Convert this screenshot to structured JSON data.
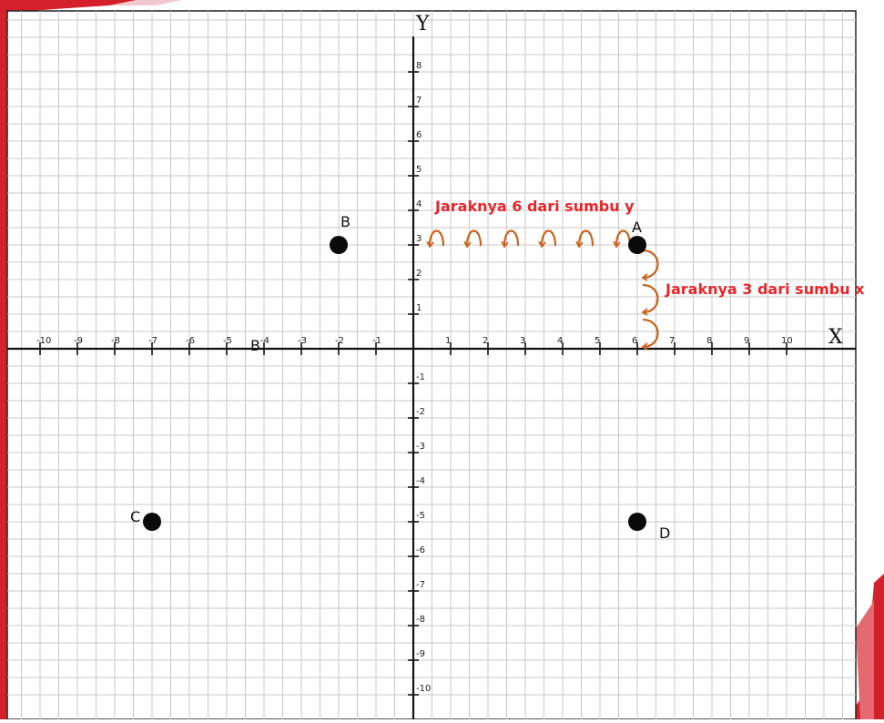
{
  "chart_data": {
    "type": "scatter",
    "xlabel": "X",
    "ylabel": "Y",
    "xlim": [
      -11,
      12
    ],
    "ylim": [
      -10.5,
      9.5
    ],
    "grid": true,
    "x_ticks": [
      -10,
      -9,
      -8,
      -7,
      -6,
      -5,
      -4,
      -3,
      -2,
      -1,
      1,
      2,
      3,
      4,
      5,
      6,
      7,
      8,
      9,
      10
    ],
    "x_tick_labels": [
      "-10",
      "-9",
      "-8",
      "-7",
      "-6",
      "-5",
      "-4",
      "-3",
      "-2",
      "-1",
      "1",
      "2",
      "3",
      "4",
      "5",
      "6",
      "7",
      "8",
      "9",
      "10"
    ],
    "y_ticks": [
      -10,
      -9,
      -8,
      -7,
      -6,
      -5,
      -4,
      -3,
      -2,
      -1,
      1,
      2,
      3,
      4,
      5,
      6,
      7,
      8
    ],
    "y_tick_labels": [
      "-10",
      "-9",
      "-8",
      "-7",
      "-6",
      "-5",
      "-4",
      "-3",
      "-2",
      "-1",
      "1",
      "2",
      "3",
      "4",
      "5",
      "6",
      "7",
      "8"
    ],
    "points": [
      {
        "label": "A",
        "x": 6,
        "y": 3
      },
      {
        "label": "B",
        "x": -2,
        "y": 3
      },
      {
        "label": "C",
        "x": -7,
        "y": -5
      },
      {
        "label": "D",
        "x": 6,
        "y": -5
      }
    ],
    "annotations": [
      {
        "text": "Jaraknya 6 dari sumbu y",
        "color": "#e8262a"
      },
      {
        "text": "Jaraknya 3 dari sumbu x",
        "color": "#e8262a"
      }
    ],
    "stray_label": "B",
    "colors": {
      "grid": "#c9c9c9",
      "axis": "#111111",
      "point": "#0a0a0a",
      "arc": "#c8641c",
      "annotation": "#e8262a",
      "frame_accent": "#d4202a"
    }
  }
}
